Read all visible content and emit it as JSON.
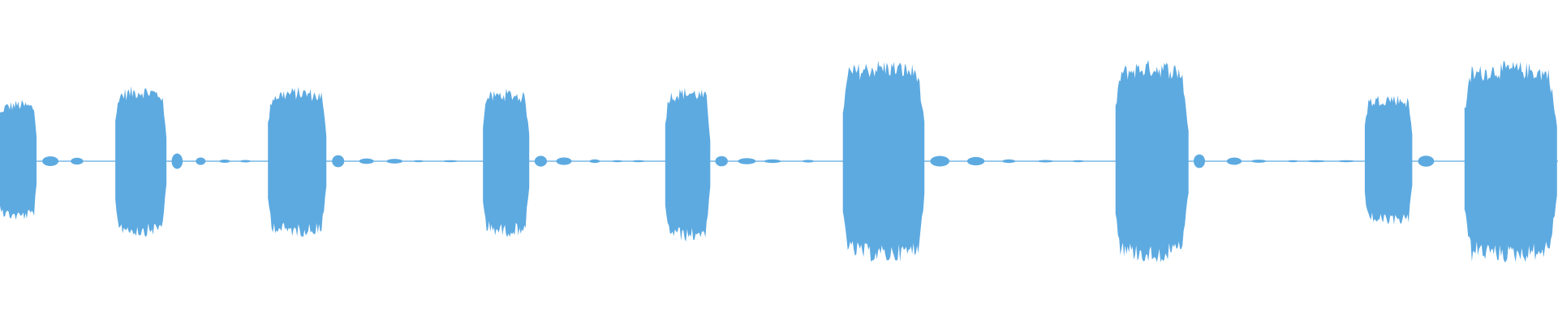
{
  "waveform": {
    "color": "#5DAAE1",
    "background": "#FFFFFF",
    "bursts": [
      {
        "start": 0.0,
        "end": 0.024,
        "top": 0.38,
        "bottom": 0.37
      },
      {
        "start": 0.074,
        "end": 0.107,
        "top": 0.47,
        "bottom": 0.47
      },
      {
        "start": 0.172,
        "end": 0.21,
        "top": 0.46,
        "bottom": 0.47
      },
      {
        "start": 0.31,
        "end": 0.34,
        "top": 0.45,
        "bottom": 0.47
      },
      {
        "start": 0.427,
        "end": 0.456,
        "top": 0.46,
        "bottom": 0.5
      },
      {
        "start": 0.541,
        "end": 0.594,
        "top": 0.63,
        "bottom": 0.63
      },
      {
        "start": 0.716,
        "end": 0.763,
        "top": 0.63,
        "bottom": 0.63
      },
      {
        "start": 0.876,
        "end": 0.907,
        "top": 0.42,
        "bottom": 0.4
      },
      {
        "start": 0.94,
        "end": 1.0,
        "top": 0.62,
        "bottom": 0.63
      }
    ]
  }
}
